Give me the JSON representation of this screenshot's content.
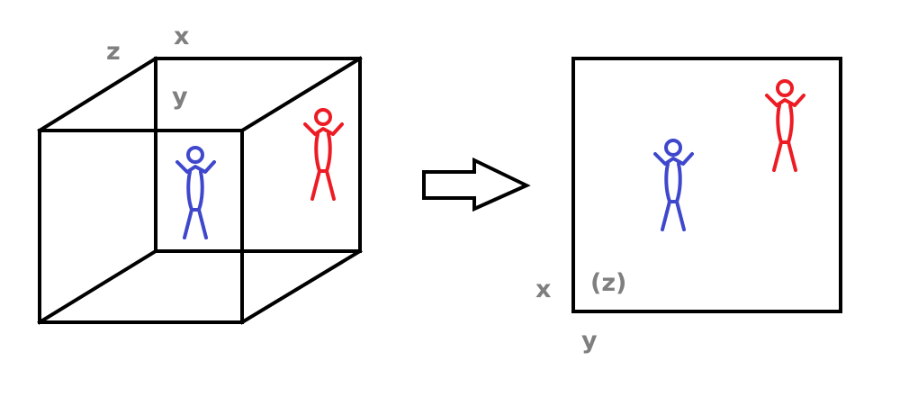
{
  "labels": {
    "cube_z": "z",
    "cube_x": "x",
    "cube_y": "y",
    "square_x": "x",
    "square_z": "(z)",
    "square_y": "y"
  },
  "colors": {
    "line": "#000000",
    "label": "#7f7f7f",
    "figure_near": "#3f48cc",
    "figure_far": "#ed1c24",
    "background": "#ffffff"
  },
  "icons": {
    "arrow": "right-arrow-icon",
    "figure": "stick-figure-icon"
  }
}
